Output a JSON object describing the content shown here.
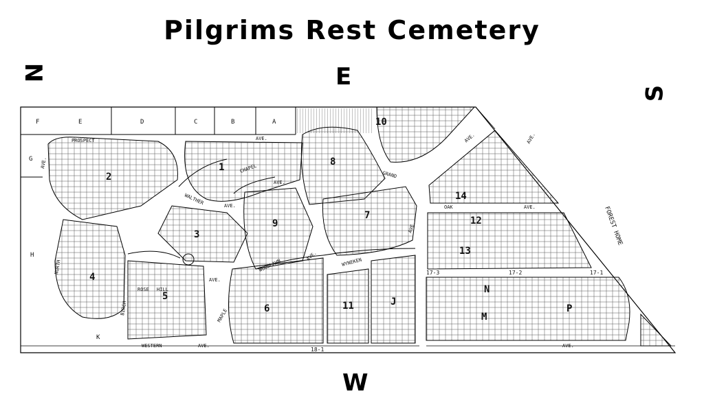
{
  "title": "Pilgrims Rest Cemetery",
  "compass": {
    "north": "N",
    "east": "E",
    "south": "S",
    "west": "W"
  },
  "top_lots": [
    "F",
    "E",
    "D",
    "C",
    "B",
    "A"
  ],
  "side_lots": [
    "G",
    "H",
    "K"
  ],
  "streets": [
    "PROSPECT",
    "AVE.",
    "AVE.",
    "CHAPEL",
    "AVE.",
    "WALTHER",
    "AVE.",
    "GRAND",
    "AVE.",
    "OAK",
    "AVE.",
    "FOREST HOME",
    "AVE.",
    "WOODLAWN",
    "AVE.",
    "WYNEKEN",
    "AVE.",
    "ROSE",
    "HILL",
    "AVE.",
    "MAPLE",
    "BIRCH",
    "NORTH",
    "WESTERN",
    "AVE.",
    "AVE."
  ],
  "sections": [
    "1",
    "2",
    "3",
    "4",
    "5",
    "6",
    "7",
    "8",
    "9",
    "10",
    "11",
    "12",
    "13",
    "14",
    "J",
    "M",
    "N",
    "P"
  ],
  "markers": [
    "17-3",
    "17-2",
    "17-1",
    "18-1"
  ]
}
